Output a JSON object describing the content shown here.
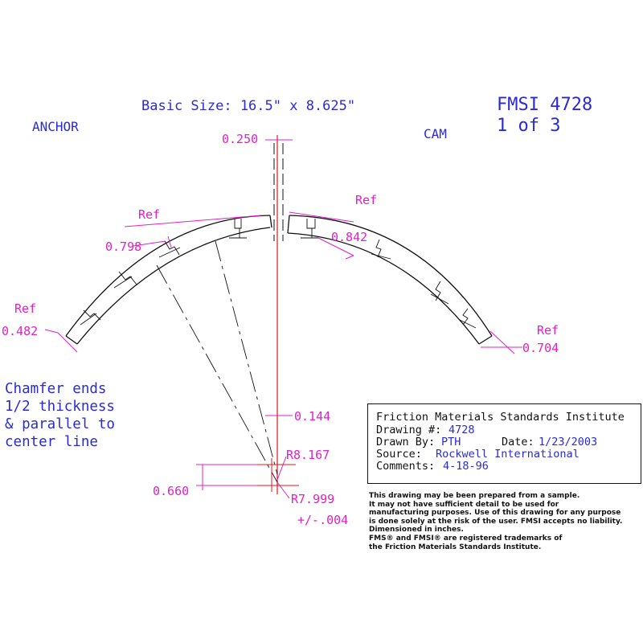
{
  "header": {
    "basic_size": "Basic Size: 16.5\" x 8.625\"",
    "fmsi_number": "FMSI 4728",
    "sheet": "1 of 3",
    "anchor_label": "ANCHOR",
    "cam_label": "CAM"
  },
  "dimensions": {
    "gap": "0.250",
    "ref_left_top": "Ref",
    "dim_left_top": "0.798",
    "ref_right_top": "Ref",
    "dim_right_top": "0.842",
    "ref_left_end": "Ref",
    "dim_left_end": "0.482",
    "ref_right_end": "Ref",
    "dim_right_end": "0.704",
    "offset": "0.144",
    "outer_radius": "R8.167",
    "inner_radius": "R7.999",
    "tolerance": "+/-.004",
    "center_offset": "0.660"
  },
  "note": {
    "lines": [
      "Chamfer ends",
      "1/2 thickness",
      "& parallel to",
      "center line"
    ]
  },
  "title_block": {
    "institute": "Friction Materials Standards Institute",
    "drawing_label": "Drawing #:",
    "drawing_value": "4728",
    "drawn_label": "Drawn By:",
    "drawn_value": "PTH",
    "date_label": "Date:",
    "date_value": "1/23/2003",
    "source_label": "Source:",
    "source_value": "Rockwell International",
    "comments_label": "Comments:",
    "comments_value": "4-18-96"
  },
  "disclaimer": {
    "lines": [
      "This drawing may be been prepared from a sample.",
      "It may not have sufficient detail to be used for",
      "manufacturing purposes.  Use of this drawing for any purpose",
      "is done solely at the risk of the user. FMSI accepts no liability.",
      "Dimensioned in inches.",
      "FMS® and FMSI® are registered trademarks of",
      "the Friction Materials Standards Institute."
    ]
  },
  "colors": {
    "text_blue": "#2a2ad8",
    "dimension_magenta": "#e020c8",
    "centerline_red": "#e01818",
    "outline_black": "#111111"
  }
}
